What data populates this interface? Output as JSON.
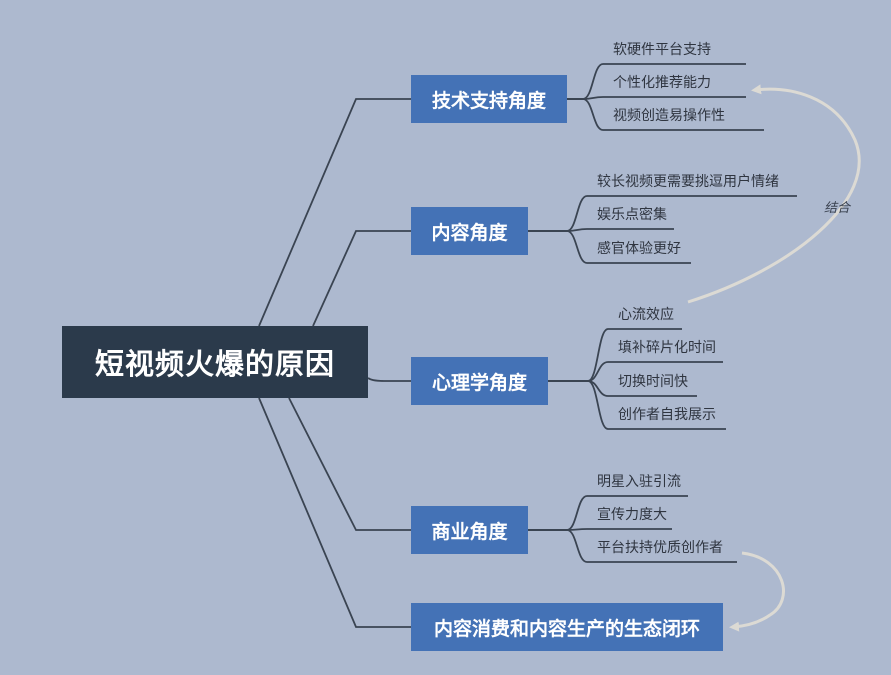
{
  "root": {
    "label": "短视频火爆的原因"
  },
  "branches": [
    {
      "label": "技术支持角度",
      "children": [
        "软硬件平台支持",
        "个性化推荐能力",
        "视频创造易操作性"
      ]
    },
    {
      "label": "内容角度",
      "children": [
        "较长视频更需要挑逗用户情绪",
        "娱乐点密集",
        "感官体验更好"
      ]
    },
    {
      "label": "心理学角度",
      "children": [
        "心流效应",
        "填补碎片化时间",
        "切换时间快",
        "创作者自我展示"
      ]
    },
    {
      "label": "商业角度",
      "children": [
        "明星入驻引流",
        "宣传力度大",
        "平台扶持优质创作者"
      ]
    },
    {
      "label": "内容消费和内容生产的生态闭环",
      "children": []
    }
  ],
  "relations": [
    {
      "label": "结合",
      "from": "心流效应",
      "to": "个性化推荐能力"
    },
    {
      "label": "",
      "from": "平台扶持优质创作者",
      "to": "内容消费和内容生产的生态闭环"
    }
  ],
  "colors": {
    "background": "#adb9cf",
    "root": "#2b3a4b",
    "branch": "#4472b6",
    "line": "#3a4452",
    "relation": "#dcdad4"
  }
}
